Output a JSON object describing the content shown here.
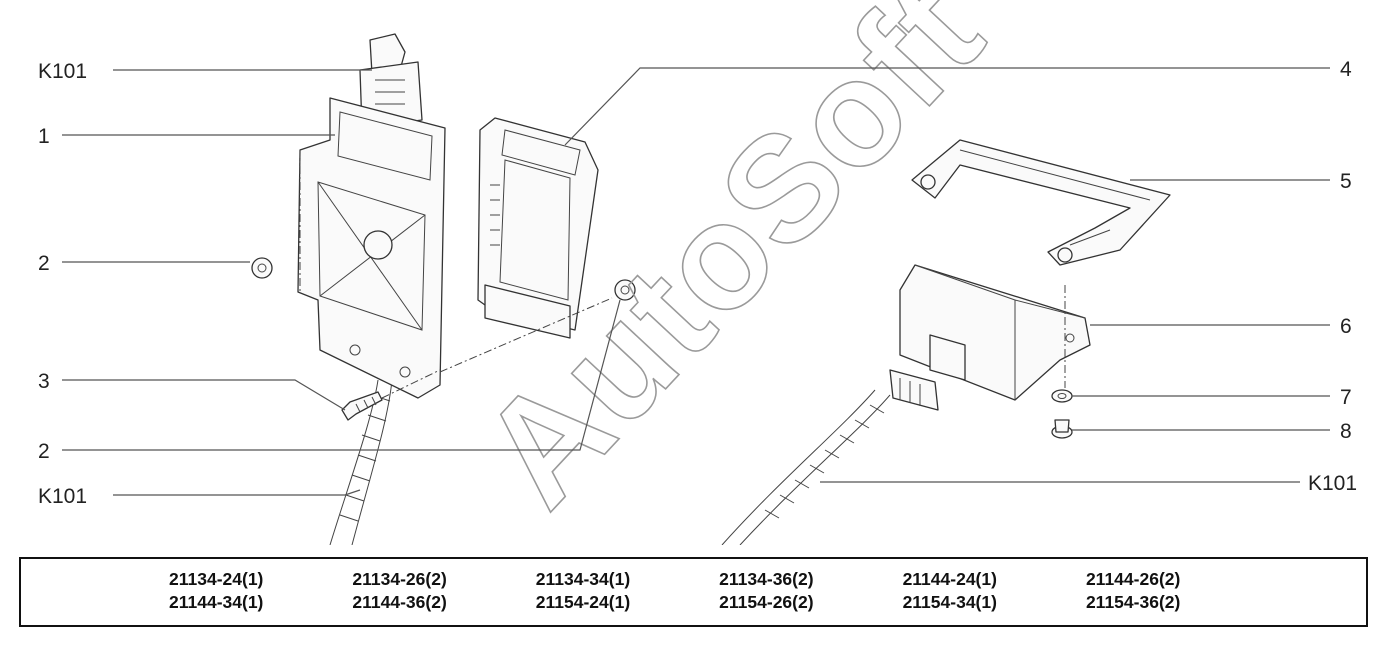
{
  "callouts": {
    "k101_top": "K101",
    "p1": "1",
    "p2_left": "2",
    "p3": "3",
    "p2_bottom": "2",
    "k101_left": "K101",
    "p4": "4",
    "p5": "5",
    "p6": "6",
    "p7": "7",
    "p8": "8",
    "k101_right": "K101"
  },
  "watermark": "AutoSoft",
  "applicability": [
    "21134-24(1)",
    "21134-26(2)",
    "21134-34(1)",
    "21134-36(2)",
    "21144-24(1)",
    "21144-26(2)",
    "21144-34(1)",
    "21144-36(2)",
    "21154-24(1)",
    "21154-26(2)",
    "21154-34(1)",
    "21154-36(2)"
  ]
}
